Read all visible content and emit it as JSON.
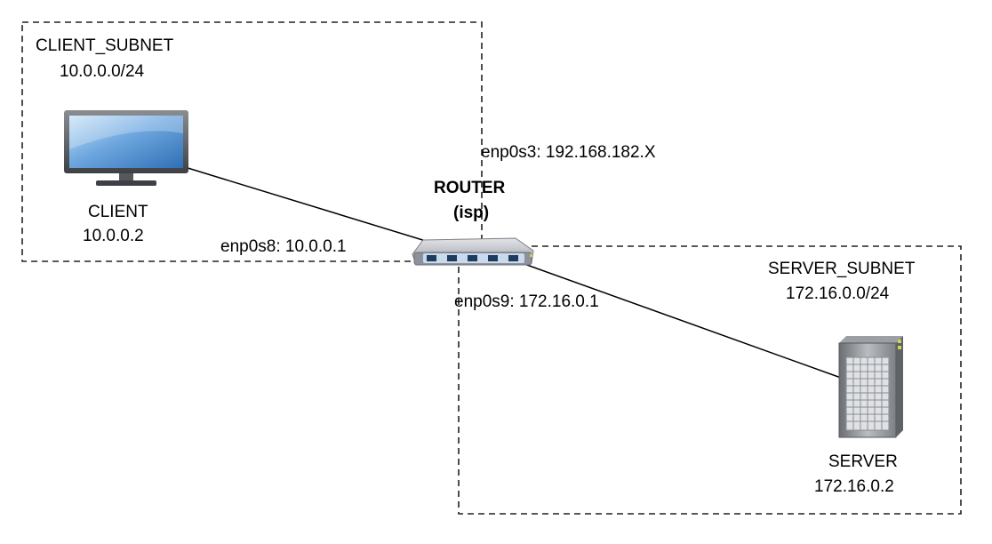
{
  "client_subnet": {
    "name": "CLIENT_SUBNET",
    "cidr": "10.0.0.0/24"
  },
  "server_subnet": {
    "name": "SERVER_SUBNET",
    "cidr": "172.16.0.0/24"
  },
  "client": {
    "name": "CLIENT",
    "ip": "10.0.0.2",
    "icon": "monitor-icon"
  },
  "server": {
    "name": "SERVER",
    "ip": "172.16.0.2",
    "icon": "server-icon"
  },
  "router": {
    "name": "ROUTER",
    "alias": "(isp)",
    "icon": "router-icon",
    "interfaces": {
      "wan": "enp0s3: 192.168.182.X",
      "client_side": "enp0s8: 10.0.0.1",
      "server_side": "enp0s9: 172.16.0.1"
    }
  },
  "colors": {
    "boundary": "#222222",
    "link": "#000000",
    "screen": "#4a8fd6",
    "router_body": "#a8acb4"
  }
}
